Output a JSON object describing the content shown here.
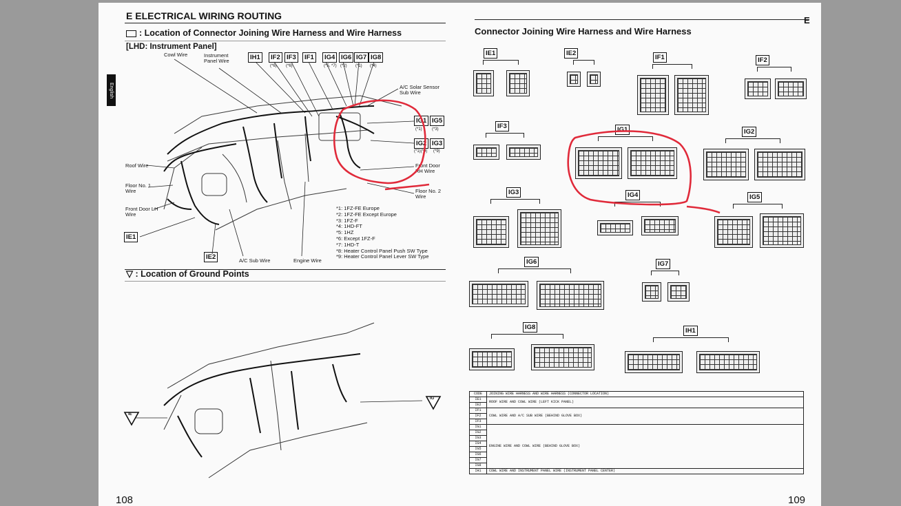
{
  "left_page": {
    "section_title": "E  ELECTRICAL WIRING ROUTING",
    "language_tab": "English",
    "connector_location_heading": "Location of Connector Joining Wire Harness and Wire Harness",
    "lhd_label": "[LHD: Instrument Panel]",
    "ground_points_heading": "Location of Ground Points",
    "page_number": "108",
    "wire_labels": {
      "cowl_wire": "Cowl Wire",
      "instrument_panel_wire": "Instrument Panel Wire",
      "ac_solar_sensor": "A/C Solar Sensor Sub Wire",
      "roof_wire": "Roof Wire",
      "floor_no1": "Floor No. 1 Wire",
      "front_door_lh": "Front Door LH Wire",
      "front_door_rh": "Front Door RH Wire",
      "floor_no2": "Floor No. 2 Wire",
      "ac_sub_wire": "A/C Sub Wire",
      "engine_wire": "Engine Wire"
    },
    "top_connectors": [
      {
        "code": "IH1",
        "note": ""
      },
      {
        "code": "IF2",
        "note": "(*6)"
      },
      {
        "code": "IF3",
        "note": "(*6)"
      },
      {
        "code": "IF1",
        "note": ""
      },
      {
        "code": "IG4",
        "note": "(*5, *7)"
      },
      {
        "code": "IG6",
        "note": "(*2)"
      },
      {
        "code": "IG7",
        "note": "(*1)"
      },
      {
        "code": "IG8",
        "note": "(*4)"
      }
    ],
    "side_connectors": [
      {
        "code": "IG1",
        "note": "(*1)"
      },
      {
        "code": "IG5",
        "note": "(*3)"
      },
      {
        "code": "IG2",
        "note": "(*1)(*9)"
      },
      {
        "code": "IG3",
        "note": "(*9)"
      }
    ],
    "bottom_connectors": [
      "IE1",
      "IE2"
    ],
    "ground_symbols": [
      "IE",
      "IG"
    ],
    "footnotes": [
      "*1: 1FZ-FE Europe",
      "*2: 1FZ-FE Except Europe",
      "*3: 1FZ-F",
      "*4: 1HD-FT",
      "*5: 1HZ",
      "*6: Except 1FZ-F",
      "*7: 1HD-T",
      "*8: Heater Control Panel Push SW Type",
      "*9: Heater Control Panel Lever SW Type"
    ]
  },
  "right_page": {
    "corner_letter": "E",
    "title": "Connector Joining Wire Harness and Wire Harness",
    "page_number": "109",
    "connector_labels": [
      "IE1",
      "IE2",
      "IF1",
      "IF2",
      "IF3",
      "IG1",
      "IG2",
      "IG3",
      "IG4",
      "IG5",
      "IG6",
      "IG7",
      "IG8",
      "IH1"
    ],
    "table": {
      "header_code": "CODE",
      "header_desc": "JOINING WIRE HARNESS AND WIRE HARNESS (CONNECTOR LOCATION)",
      "groups": [
        {
          "codes": [
            "IE1",
            "IE2"
          ],
          "desc": "ROOF WIRE AND COWL WIRE (LEFT KICK PANEL)"
        },
        {
          "codes": [
            "IF1",
            "IF2",
            "IF3"
          ],
          "desc": "COWL WIRE AND A/C SUB WIRE (BEHIND GLOVE BOX)"
        },
        {
          "codes": [
            "IG1",
            "IG2",
            "IG3",
            "IG4",
            "IG5",
            "IG6",
            "IG7",
            "IG8"
          ],
          "desc": "ENGINE WIRE AND COWL WIRE (BEHIND GLOVE BOX)"
        },
        {
          "codes": [
            "IH1"
          ],
          "desc": "COWL WIRE AND INSTRUMENT PANEL WIRE (INSTRUMENT PANEL CENTER)"
        }
      ]
    }
  },
  "colors": {
    "annotation": "#e02a3a",
    "ink": "#151515",
    "paper": "#fafafa",
    "background": "#9a9a9a"
  }
}
